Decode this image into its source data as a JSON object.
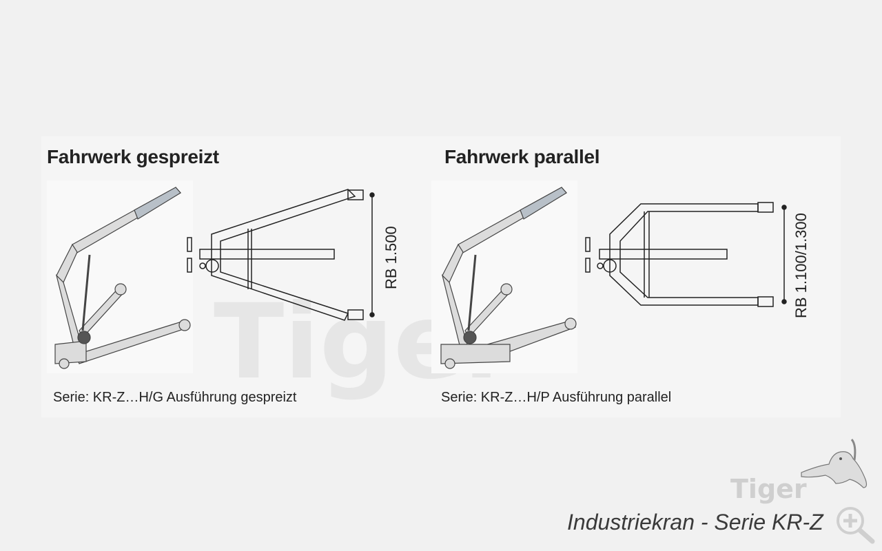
{
  "left": {
    "heading": "Fahrwerk gespreizt",
    "dimension": "RB 1.500",
    "caption": "Serie: KR-Z…H/G Ausführung gespreizt"
  },
  "right": {
    "heading": "Fahrwerk parallel",
    "dimension": "RB 1.100/1.300",
    "caption": "Serie: KR-Z…H/P Ausführung parallel"
  },
  "watermark": "Tiger",
  "logo": {
    "text": "Tiger"
  },
  "footer_title": "Industriekran - Serie KR-Z",
  "icons": {
    "zoom": "zoom-in-icon",
    "logo": "tiger-icon"
  }
}
